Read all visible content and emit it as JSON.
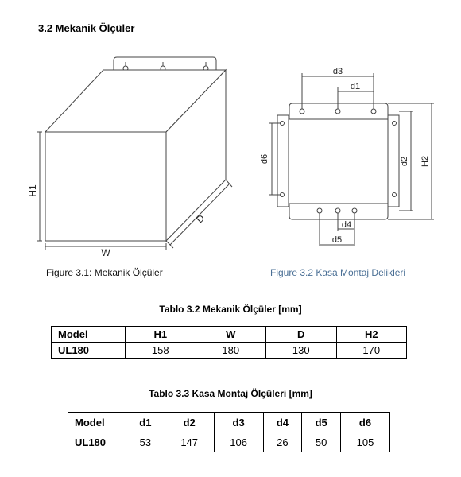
{
  "section_title": "3.2 Mekanik Ölçüler",
  "figure1": {
    "caption": "Figure 3.1: Mekanik Ölçüler",
    "labels": {
      "h1": "H1",
      "w": "W",
      "d": "D"
    }
  },
  "figure2": {
    "caption": "Figure 3.2 Kasa Montaj Delikleri",
    "labels": {
      "d1": "d1",
      "d2": "d2",
      "d3": "d3",
      "d4": "d4",
      "d5": "d5",
      "d6": "d6",
      "h2": "H2"
    }
  },
  "table1": {
    "caption": "Tablo 3.2 Mekanik Ölçüler [mm]",
    "headers": [
      "Model",
      "H1",
      "W",
      "D",
      "H2"
    ],
    "rows": [
      [
        "UL180",
        "158",
        "180",
        "130",
        "170"
      ]
    ]
  },
  "table2": {
    "caption": "Tablo 3.3 Kasa Montaj Ölçüleri [mm]",
    "headers": [
      "Model",
      "d1",
      "d2",
      "d3",
      "d4",
      "d5",
      "d6"
    ],
    "rows": [
      [
        "UL180",
        "53",
        "147",
        "106",
        "26",
        "50",
        "105"
      ]
    ]
  }
}
